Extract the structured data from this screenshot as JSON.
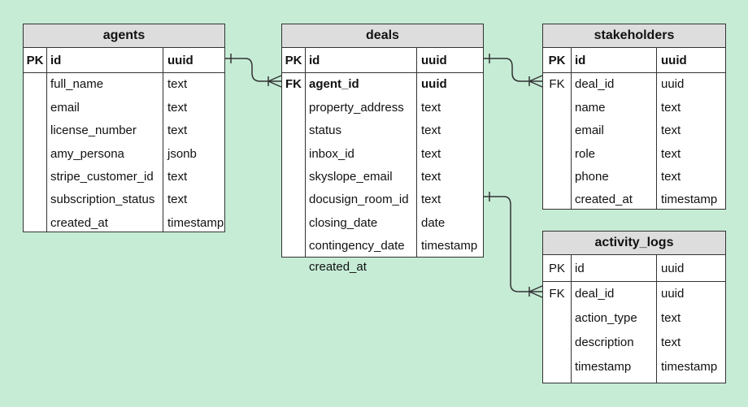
{
  "tables": {
    "agents": {
      "title": "agents",
      "rows": [
        {
          "key": "PK",
          "name": "id",
          "type": "uuid"
        },
        {
          "key": "",
          "name": "full_name",
          "type": "text"
        },
        {
          "key": "",
          "name": "email",
          "type": "text"
        },
        {
          "key": "",
          "name": "license_number",
          "type": "text"
        },
        {
          "key": "",
          "name": "amy_persona",
          "type": "jsonb"
        },
        {
          "key": "",
          "name": "stripe_customer_id",
          "type": "text"
        },
        {
          "key": "",
          "name": "subscription_status",
          "type": "text"
        },
        {
          "key": "",
          "name": "created_at",
          "type": "timestamp"
        }
      ]
    },
    "deals": {
      "title": "deals",
      "rows": [
        {
          "key": "PK",
          "name": "id",
          "type": "uuid"
        },
        {
          "key": "FK",
          "name": "agent_id",
          "type": "uuid"
        },
        {
          "key": "",
          "name": "property_address",
          "type": "text"
        },
        {
          "key": "",
          "name": "status",
          "type": "text"
        },
        {
          "key": "",
          "name": "inbox_id",
          "type": "text"
        },
        {
          "key": "",
          "name": "skyslope_email",
          "type": "text"
        },
        {
          "key": "",
          "name": "docusign_room_id",
          "type": "text"
        },
        {
          "key": "",
          "name": "closing_date",
          "type": "date"
        },
        {
          "key": "",
          "name": "contingency_date",
          "type": "timestamp"
        }
      ],
      "trailing_field": "created_at"
    },
    "stakeholders": {
      "title": "stakeholders",
      "rows": [
        {
          "key": "PK",
          "name": "id",
          "type": "uuid"
        },
        {
          "key": "FK",
          "name": "deal_id",
          "type": "uuid"
        },
        {
          "key": "",
          "name": "name",
          "type": "text"
        },
        {
          "key": "",
          "name": "email",
          "type": "text"
        },
        {
          "key": "",
          "name": "role",
          "type": "text"
        },
        {
          "key": "",
          "name": "phone",
          "type": "text"
        },
        {
          "key": "",
          "name": "created_at",
          "type": "timestamp"
        }
      ]
    },
    "activity_logs": {
      "title": "activity_logs",
      "rows": [
        {
          "key": "PK",
          "name": "id",
          "type": "uuid"
        },
        {
          "key": "FK",
          "name": "deal_id",
          "type": "uuid"
        },
        {
          "key": "",
          "name": "action_type",
          "type": "text"
        },
        {
          "key": "",
          "name": "description",
          "type": "text"
        },
        {
          "key": "",
          "name": "timestamp",
          "type": "timestamp"
        }
      ]
    }
  },
  "relationships": [
    {
      "from": "agents.id",
      "to": "deals.agent_id",
      "cardinality": "one-to-many"
    },
    {
      "from": "deals.id",
      "to": "stakeholders.deal_id",
      "cardinality": "one-to-many"
    },
    {
      "from": "deals.docusign_room_id",
      "to": "activity_logs.deal_id",
      "cardinality": "one-to-many"
    }
  ],
  "colors": {
    "background": "#c6ecd6",
    "header": "#dddddd",
    "line": "#333333"
  }
}
